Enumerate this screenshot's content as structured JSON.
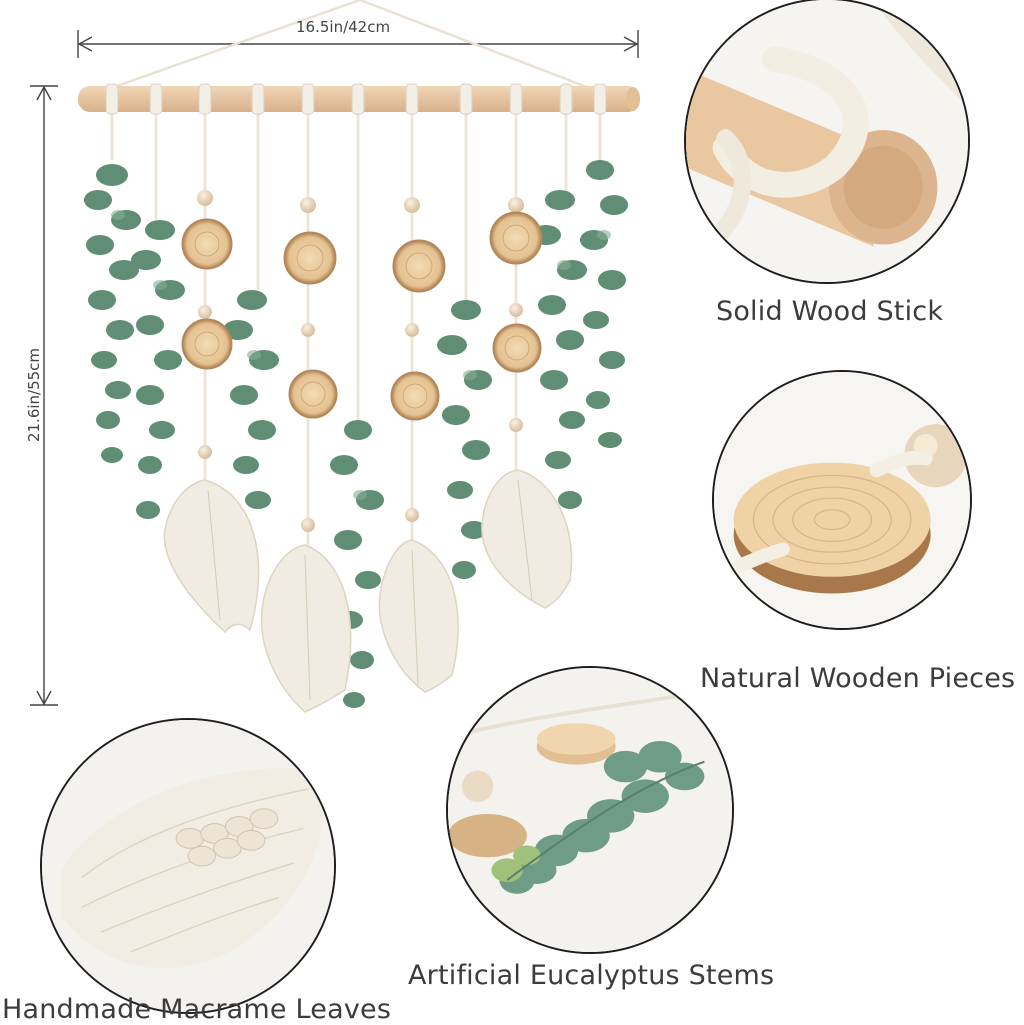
{
  "dimensions": {
    "width_label": "16.5in/42cm",
    "height_label": "21.6in/55cm"
  },
  "features": {
    "wood_stick": "Solid Wood Stick",
    "wooden_pieces": "Natural Wooden Pieces",
    "eucalyptus": "Artificial Eucalyptus Stems",
    "macrame_leaves": "Handmade Macrame Leaves"
  },
  "colors": {
    "wood": "#e8c9a6",
    "leaf_green": "#5f8e74",
    "macrame": "#f1ece1",
    "slice": "#e6c79a"
  }
}
